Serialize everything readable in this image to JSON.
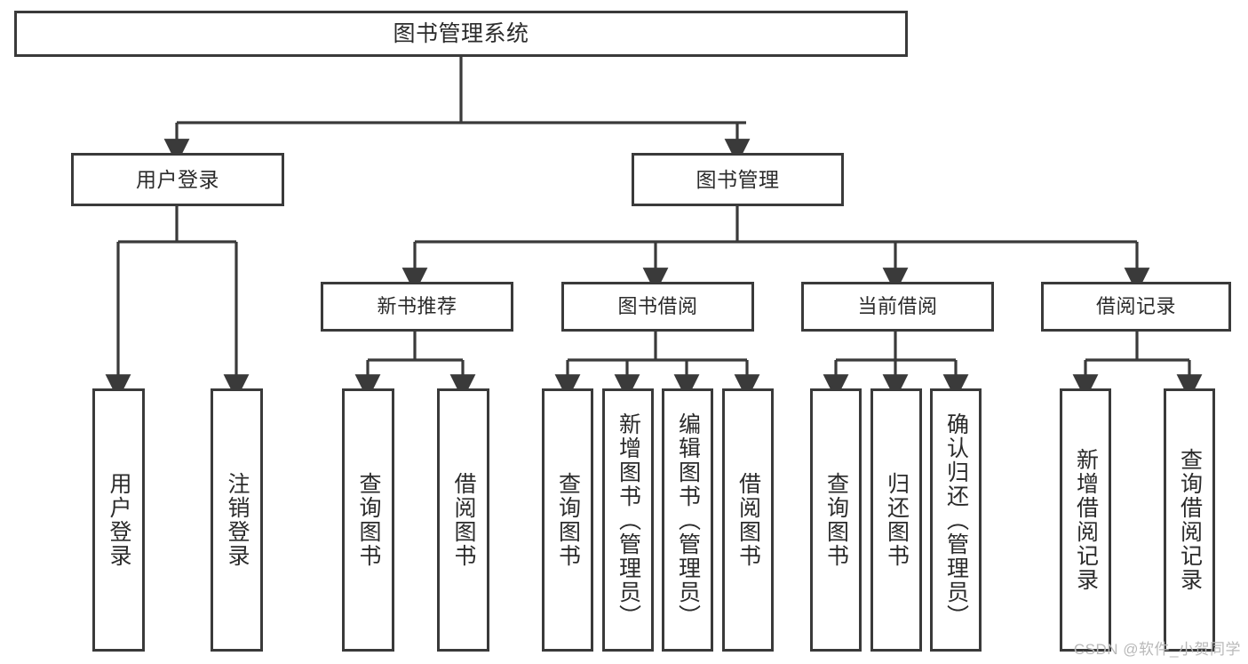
{
  "diagram": {
    "type": "hierarchy-tree",
    "title": "图书管理系统",
    "watermark": "CSDN @软件_小贺同学",
    "colors": {
      "stroke": "#3a3a3a",
      "text": "#2b2b2b",
      "background": "#ffffff",
      "watermark": "#b9b9b9"
    },
    "nodes": {
      "root": {
        "label": "图书管理系统"
      },
      "level1": [
        {
          "id": "user-login",
          "label": "用户登录"
        },
        {
          "id": "book-management",
          "label": "图书管理"
        }
      ],
      "level2": [
        {
          "id": "new-book-recommend",
          "label": "新书推荐",
          "parent": "book-management"
        },
        {
          "id": "book-borrow",
          "label": "图书借阅",
          "parent": "book-management"
        },
        {
          "id": "current-borrow",
          "label": "当前借阅",
          "parent": "book-management"
        },
        {
          "id": "borrow-record",
          "label": "借阅记录",
          "parent": "book-management"
        }
      ],
      "leaves": [
        {
          "id": "leaf-user-login",
          "label": "用户登录",
          "parent": "user-login"
        },
        {
          "id": "leaf-logout-login",
          "label": "注销登录",
          "parent": "user-login"
        },
        {
          "id": "leaf-query-book-1",
          "label": "查询图书",
          "parent": "new-book-recommend"
        },
        {
          "id": "leaf-borrow-book-1",
          "label": "借阅图书",
          "parent": "new-book-recommend"
        },
        {
          "id": "leaf-query-book-2",
          "label": "查询图书",
          "parent": "book-borrow"
        },
        {
          "id": "leaf-add-book",
          "label": "新增图书（管理员）",
          "parent": "book-borrow"
        },
        {
          "id": "leaf-edit-book",
          "label": "编辑图书（管理员）",
          "parent": "book-borrow"
        },
        {
          "id": "leaf-borrow-book-2",
          "label": "借阅图书",
          "parent": "book-borrow"
        },
        {
          "id": "leaf-query-book-3",
          "label": "查询图书",
          "parent": "current-borrow"
        },
        {
          "id": "leaf-return-book",
          "label": "归还图书",
          "parent": "current-borrow"
        },
        {
          "id": "leaf-confirm-return",
          "label": "确认归还（管理员）",
          "parent": "current-borrow"
        },
        {
          "id": "leaf-add-record",
          "label": "新增借阅记录",
          "parent": "borrow-record"
        },
        {
          "id": "leaf-query-record",
          "label": "查询借阅记录",
          "parent": "borrow-record"
        }
      ]
    }
  }
}
